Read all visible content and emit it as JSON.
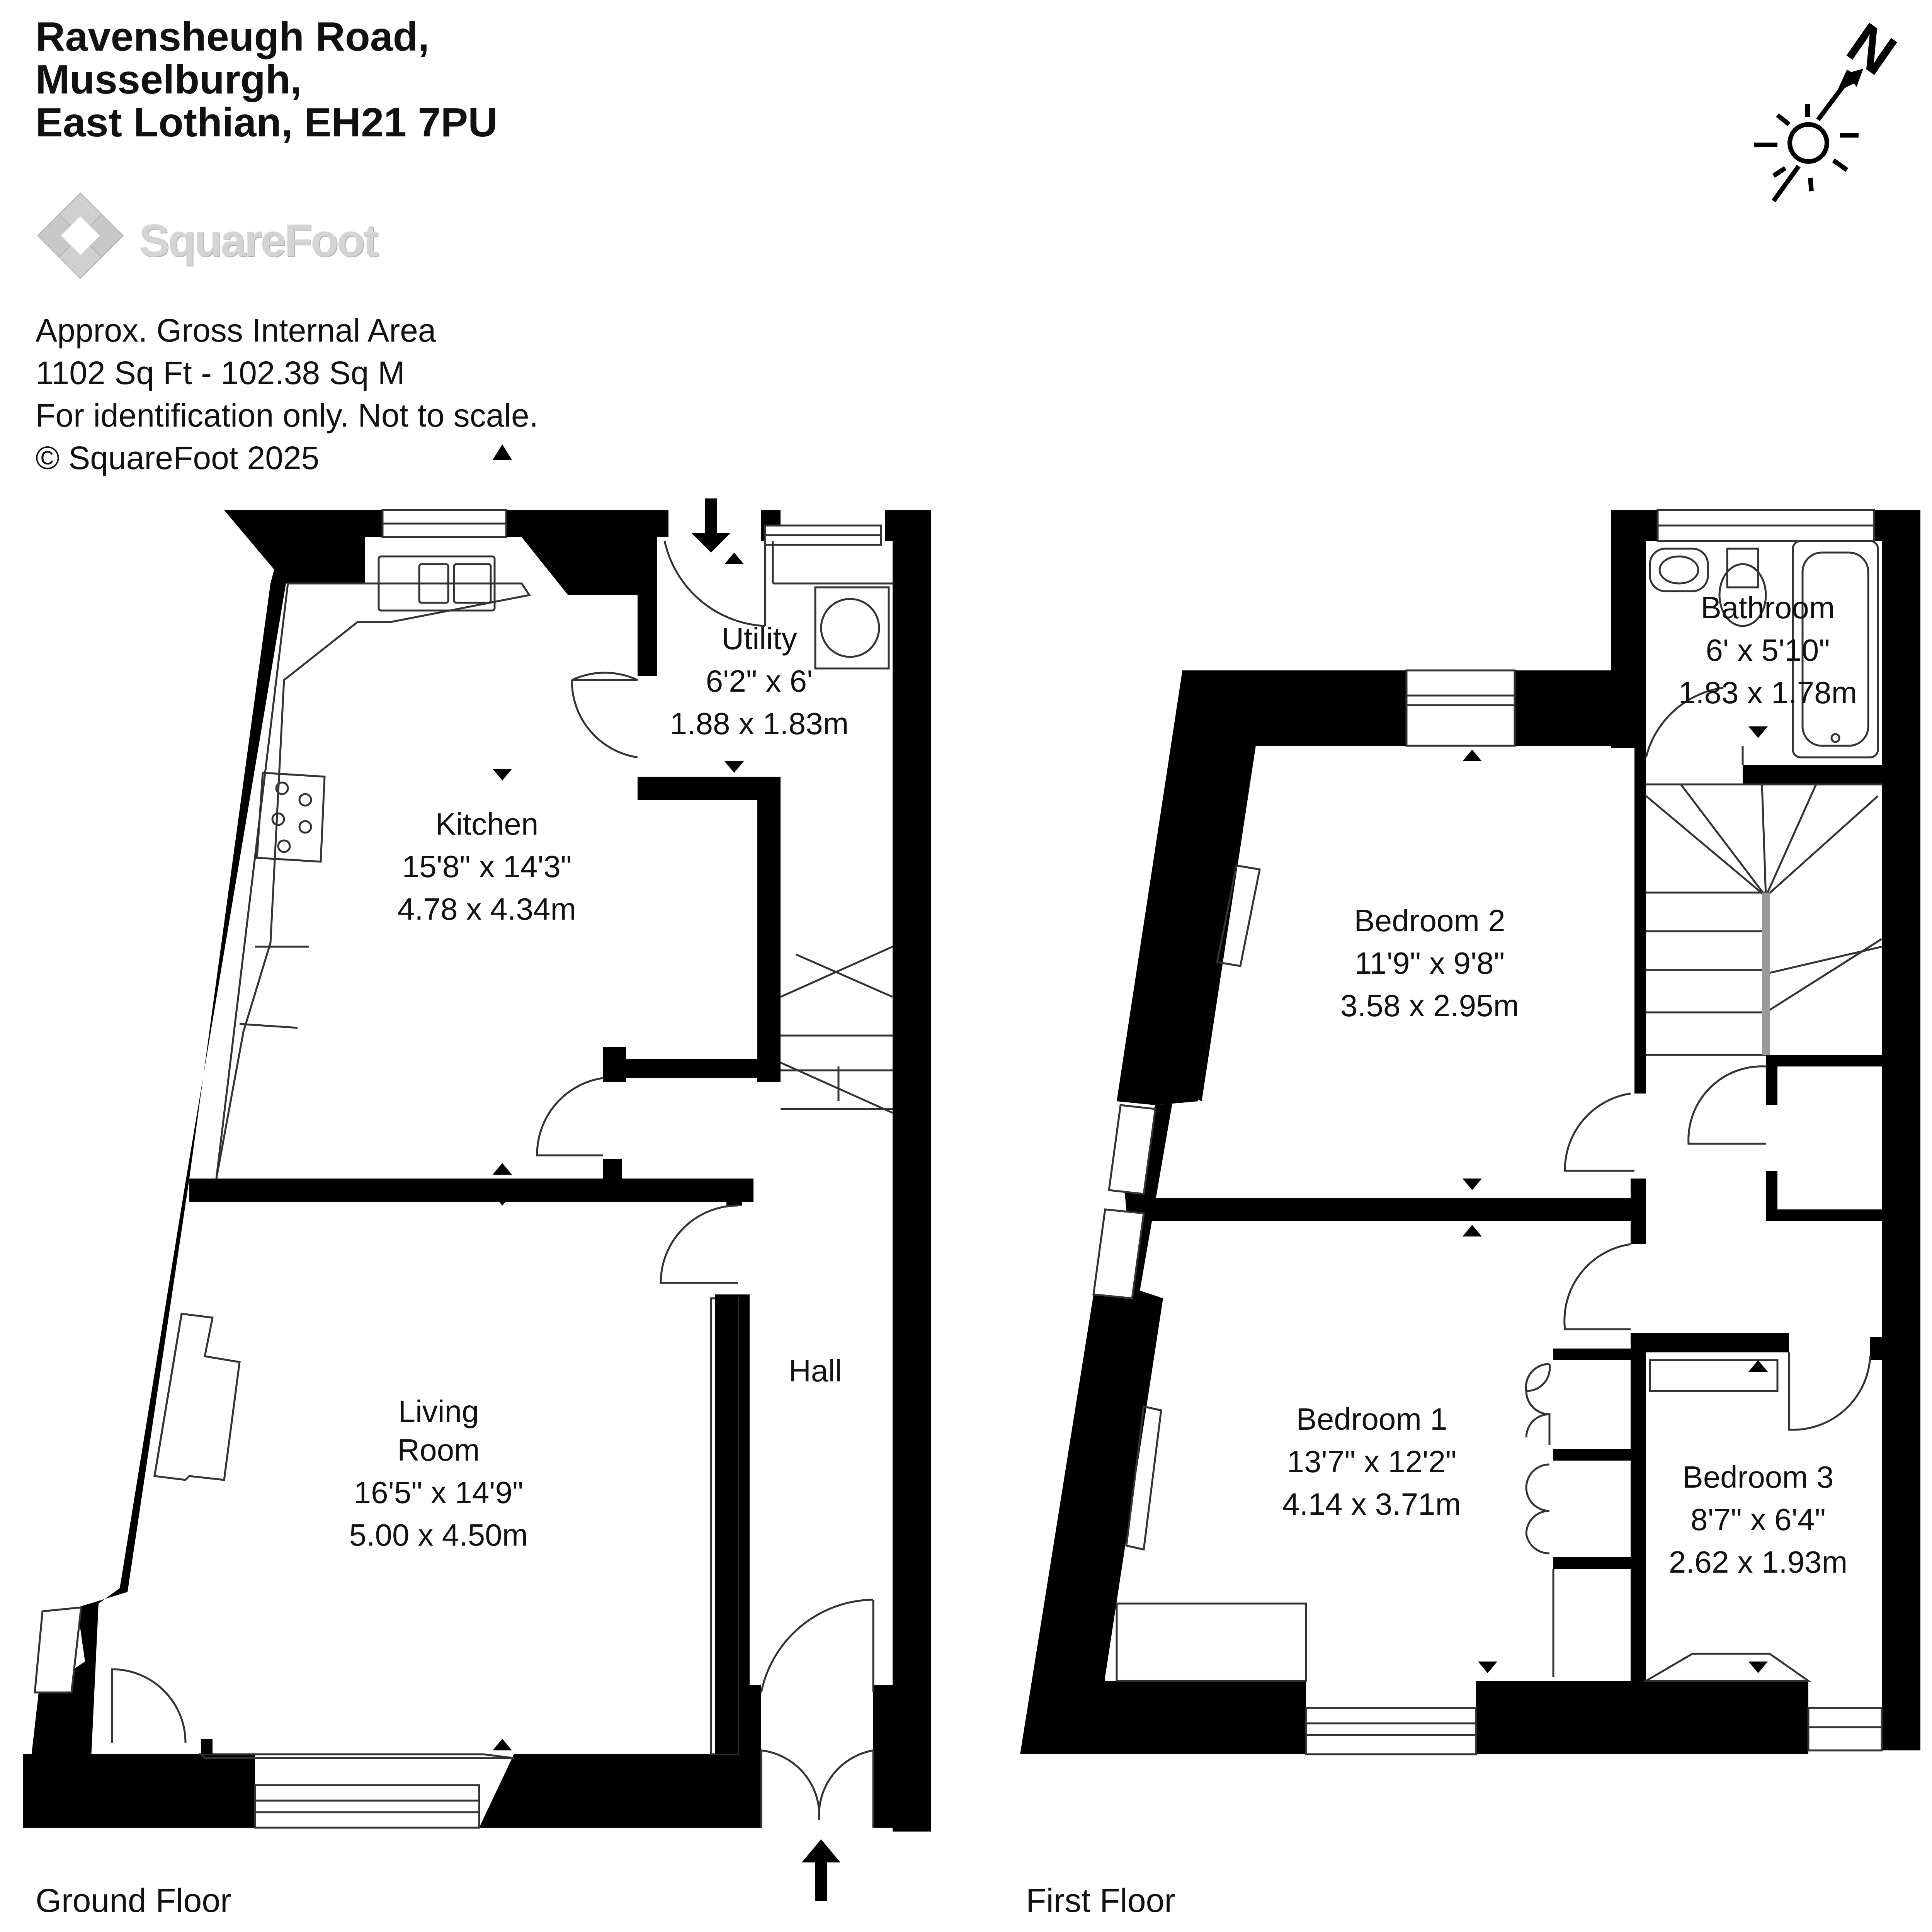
{
  "address": {
    "line1": "Ravensheugh Road,",
    "line2": "Musselburgh,",
    "line3": "East Lothian, EH21 7PU"
  },
  "brand": {
    "name": "SquareFoot",
    "logo_icon": "squarefoot-diamond-logo"
  },
  "info": {
    "line1": "Approx. Gross Internal Area",
    "line2": "1102 Sq Ft  -  102.38 Sq M",
    "line3": "For identification only. Not to scale.",
    "line4": "© SquareFoot 2025"
  },
  "compass": {
    "letter": "N",
    "icon": "north-arrow-sun-icon"
  },
  "floors": {
    "ground": "Ground Floor",
    "first": "First Floor"
  },
  "rooms": {
    "kitchen": {
      "name": "Kitchen",
      "imperial": "15'8\" x 14'3\"",
      "metric": "4.78 x 4.34m"
    },
    "utility": {
      "name": "Utility",
      "imperial": "6'2\" x 6'",
      "metric": "1.88 x 1.83m"
    },
    "living": {
      "name1": "Living",
      "name2": "Room",
      "imperial": "16'5\" x 14'9\"",
      "metric": "5.00 x 4.50m"
    },
    "hall": {
      "name": "Hall"
    },
    "bedroom2": {
      "name": "Bedroom 2",
      "imperial": "11'9\" x 9'8\"",
      "metric": "3.58 x 2.95m"
    },
    "bathroom": {
      "name": "Bathroom",
      "imperial": "6' x 5'10\"",
      "metric": "1.83 x 1.78m"
    },
    "bedroom1": {
      "name": "Bedroom 1",
      "imperial": "13'7\" x 12'2\"",
      "metric": "4.14 x 3.71m"
    },
    "bedroom3": {
      "name": "Bedroom 3",
      "imperial": "8'7\" x 6'4\"",
      "metric": "2.62 x 1.93m"
    }
  },
  "colors": {
    "wall": "#000000",
    "line": "#333333",
    "text": "#111111",
    "logo": "#cccccc"
  }
}
